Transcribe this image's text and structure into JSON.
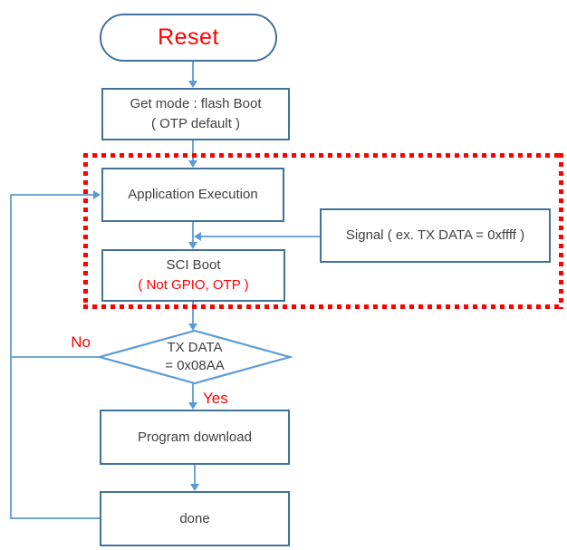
{
  "colors": {
    "box_border": "#41719c",
    "connector": "#5b9bd5",
    "accent_red": "#ff0000",
    "text": "#404040",
    "bg": "#ffffff"
  },
  "flowchart": {
    "reset": {
      "label": "Reset"
    },
    "get_mode": {
      "line1": "Get mode : flash Boot",
      "line2": "( OTP default )"
    },
    "app_exec": {
      "label": "Application Execution"
    },
    "signal": {
      "label": "Signal ( ex. TX DATA = 0xffff )"
    },
    "sci_boot": {
      "line1": "SCI Boot",
      "line2": "( Not GPIO, OTP )"
    },
    "decision": {
      "line1": "TX DATA",
      "line2": "= 0x08AA"
    },
    "program_download": {
      "label": "Program download"
    },
    "done": {
      "label": "done"
    },
    "edges": {
      "no_label": "No",
      "yes_label": "Yes"
    }
  }
}
